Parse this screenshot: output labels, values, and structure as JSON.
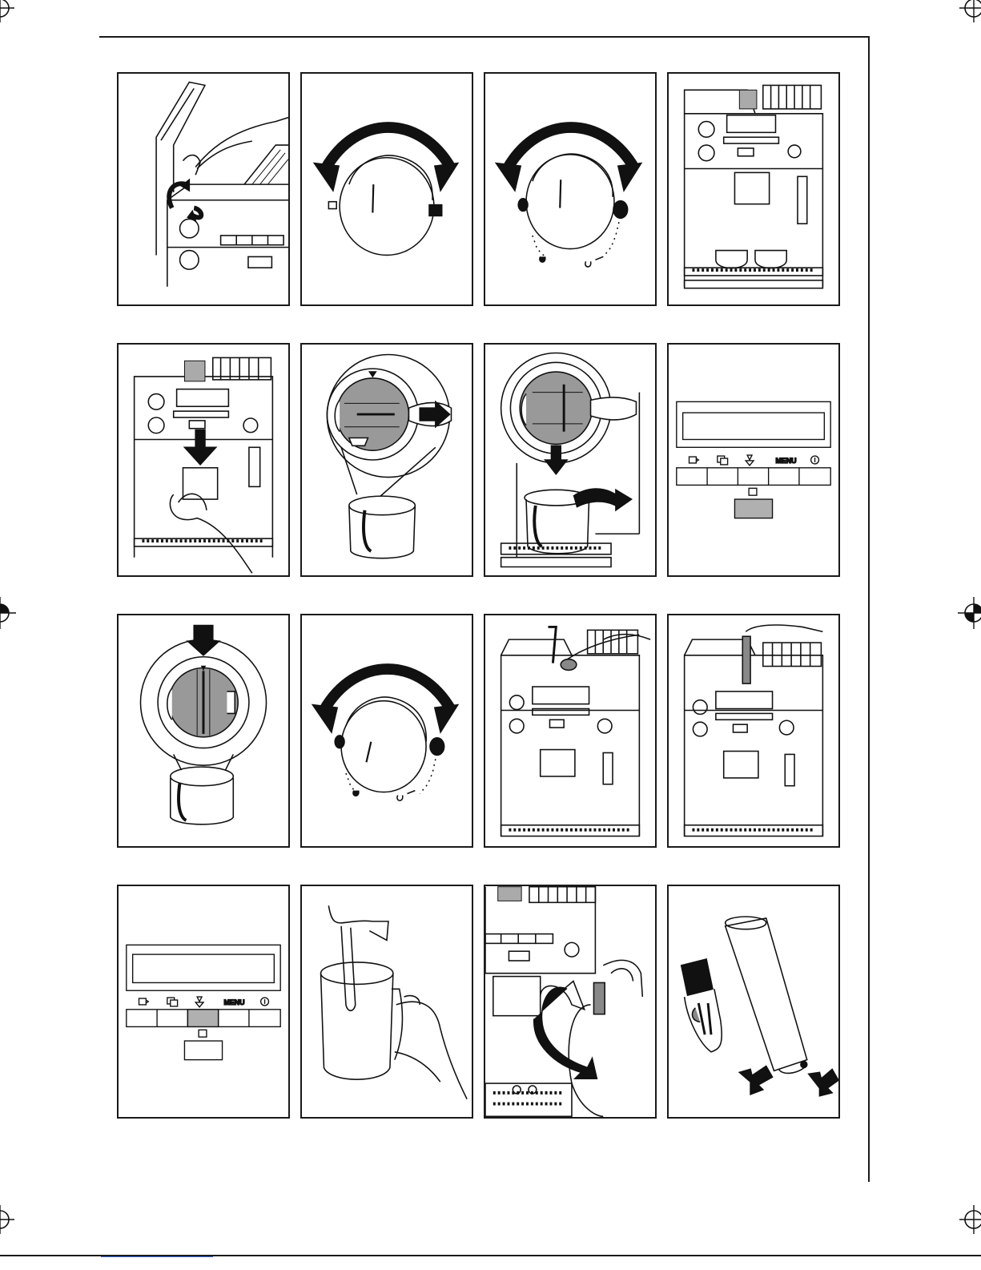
{
  "figure": {
    "panels": [
      {
        "id": "p1",
        "subject": "lid-open-water-tank"
      },
      {
        "id": "p2",
        "subject": "cup-size-dial"
      },
      {
        "id": "p3",
        "subject": "coffee-strength-dial"
      },
      {
        "id": "p4",
        "subject": "machine-two-cups"
      },
      {
        "id": "p5",
        "subject": "remove-brewing-unit"
      },
      {
        "id": "p6",
        "subject": "milk-container-lid-insert"
      },
      {
        "id": "p7",
        "subject": "attach-milk-container"
      },
      {
        "id": "p8",
        "subject": "control-panel-cup-button"
      },
      {
        "id": "p9",
        "subject": "milk-container-press-lid"
      },
      {
        "id": "p10",
        "subject": "strength-dial-set"
      },
      {
        "id": "p11",
        "subject": "fill-ground-coffee"
      },
      {
        "id": "p12",
        "subject": "insert-water-filter"
      },
      {
        "id": "p13",
        "subject": "control-panel-steam-button"
      },
      {
        "id": "p14",
        "subject": "steam-milk-jug"
      },
      {
        "id": "p15",
        "subject": "turn-steam-nozzle"
      },
      {
        "id": "p16",
        "subject": "filter-cartridge-parts"
      }
    ]
  },
  "control_panel": {
    "menu_label": "MENU",
    "icons": [
      "cup-icon",
      "double-cup-icon",
      "steam-icon",
      "menu",
      "info-icon"
    ]
  }
}
